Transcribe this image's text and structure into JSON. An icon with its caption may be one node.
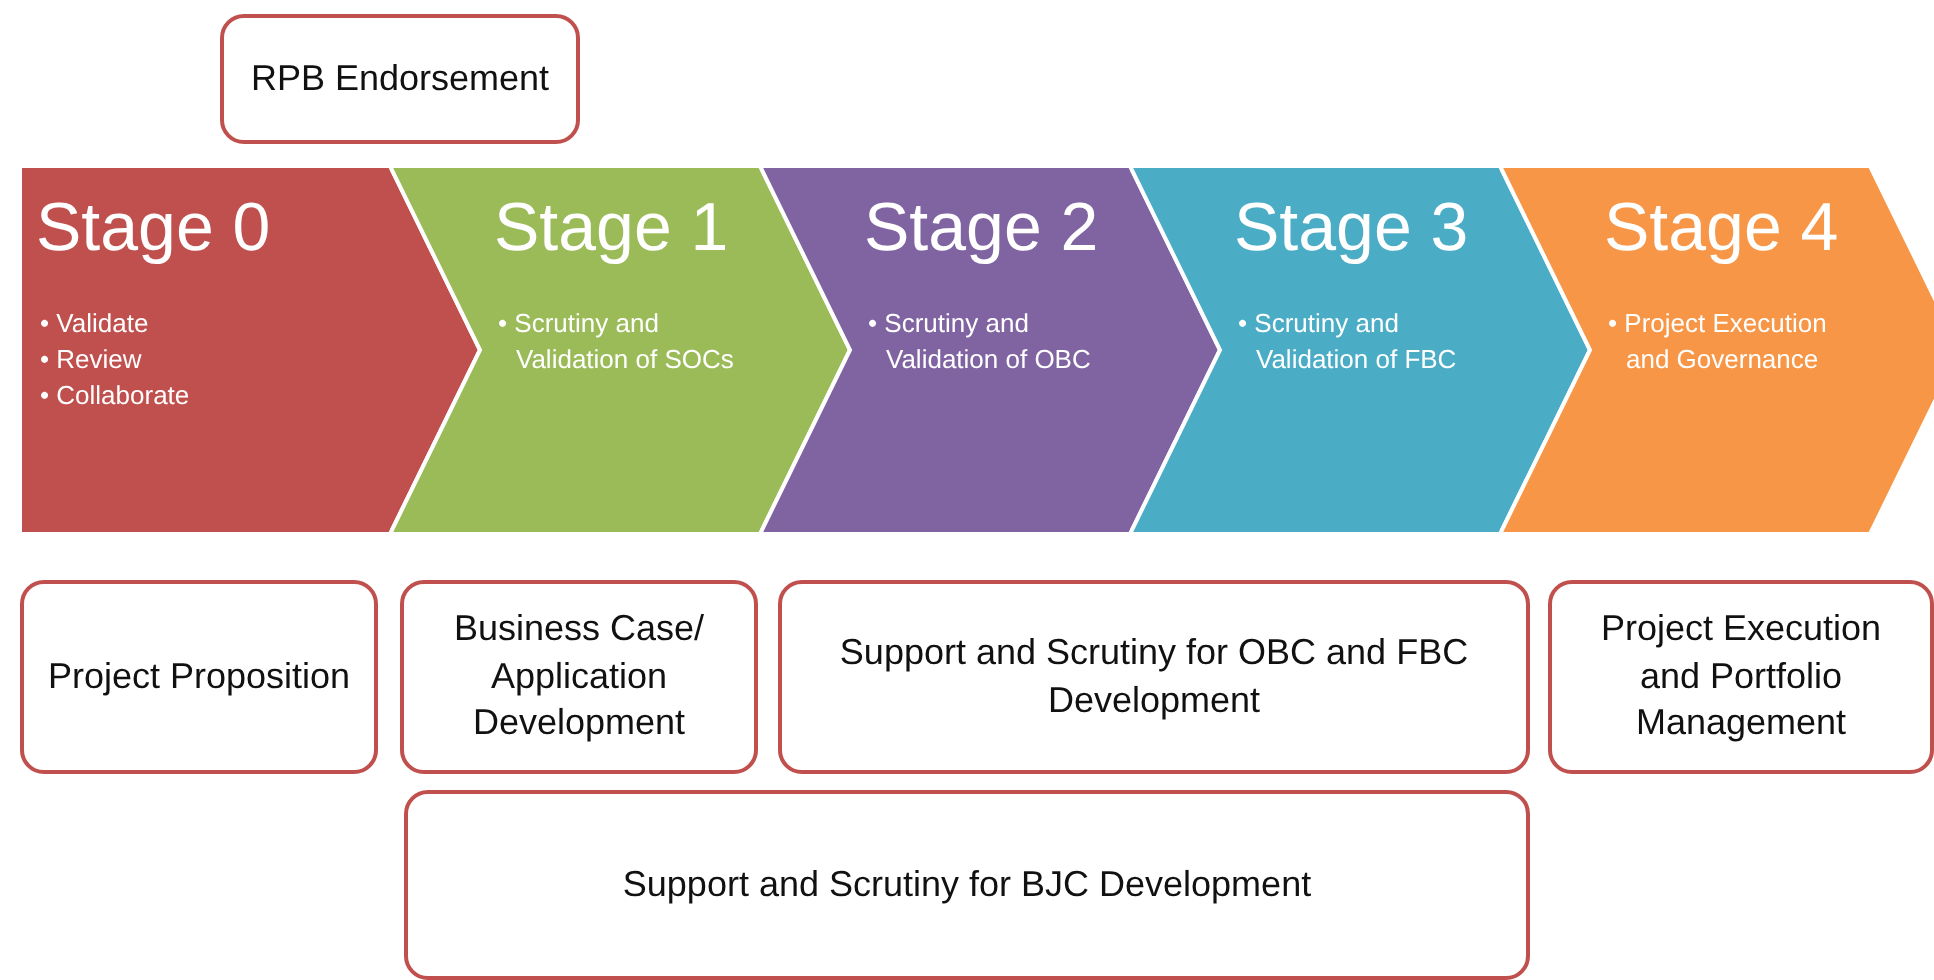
{
  "diagram": {
    "nodes": [
      {
        "text": [
          "RPB Endorsement"
        ]
      },
      {
        "text": [
          "Stage 0",
          "• Validate",
          "• Review",
          "• Collaborate"
        ]
      },
      {
        "text": [
          "Stage 1",
          "• Scrutiny and Validation of SOCs"
        ]
      },
      {
        "text": [
          "Stage 2",
          "• Scrutiny and Validation of OBC"
        ]
      },
      {
        "text": [
          "Stage 3",
          "• Scrutiny and Validation of FBC"
        ]
      },
      {
        "text": [
          "Stage 4",
          "• Project Execution and Governance"
        ]
      },
      {
        "text": [
          "Project Proposition"
        ]
      },
      {
        "text": [
          "Business Case/ Application Development"
        ]
      },
      {
        "text": [
          "Support and Scrutiny for OBC and FBC Development"
        ]
      },
      {
        "text": [
          "Project Execution and Portfolio Management"
        ]
      },
      {
        "text": [
          "Support and Scrutiny for BJC Development"
        ]
      }
    ]
  }
}
